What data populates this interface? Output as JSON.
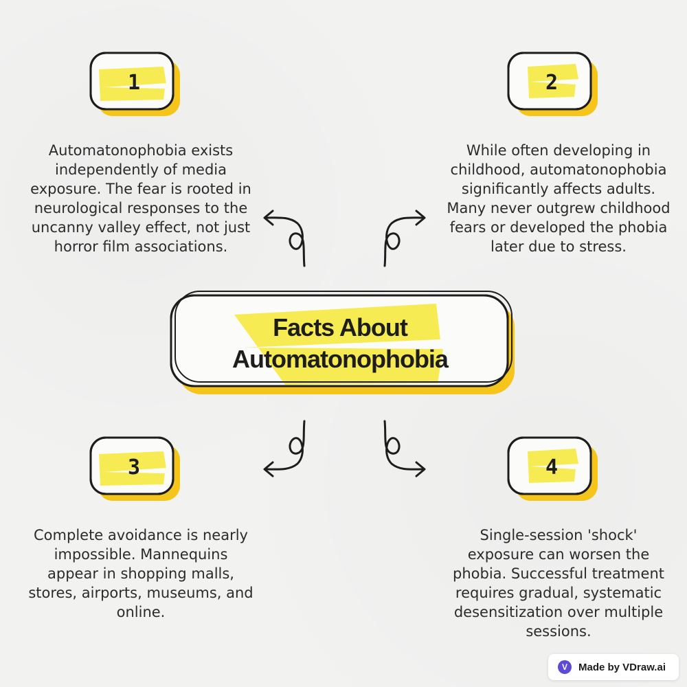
{
  "title": {
    "line1": "Facts About",
    "line2": "Automatonophobia"
  },
  "facts": [
    {
      "number": "1",
      "text": "Automatonophobia exists independently of media exposure. The fear is rooted in neurological responses to the uncanny valley effect, not just horror film associations."
    },
    {
      "number": "2",
      "text": "While often developing in childhood, automatonophobia significantly affects adults. Many never outgrew childhood fears or developed the phobia later due to stress."
    },
    {
      "number": "3",
      "text": "Complete avoidance is nearly impossible. Mannequins appear in shopping malls, stores, airports, museums, and online."
    },
    {
      "number": "4",
      "text": "Single-session 'shock' exposure can worsen the phobia. Successful treatment requires gradual, systematic desensitization over multiple sessions."
    }
  ],
  "watermark": {
    "text": "Made by VDraw.ai",
    "logo_glyph": "V"
  },
  "colors": {
    "highlight": "#f7ea4a",
    "shadow": "#f5c51c",
    "outline": "#1d1d1d",
    "background": "#f2f2f1"
  }
}
